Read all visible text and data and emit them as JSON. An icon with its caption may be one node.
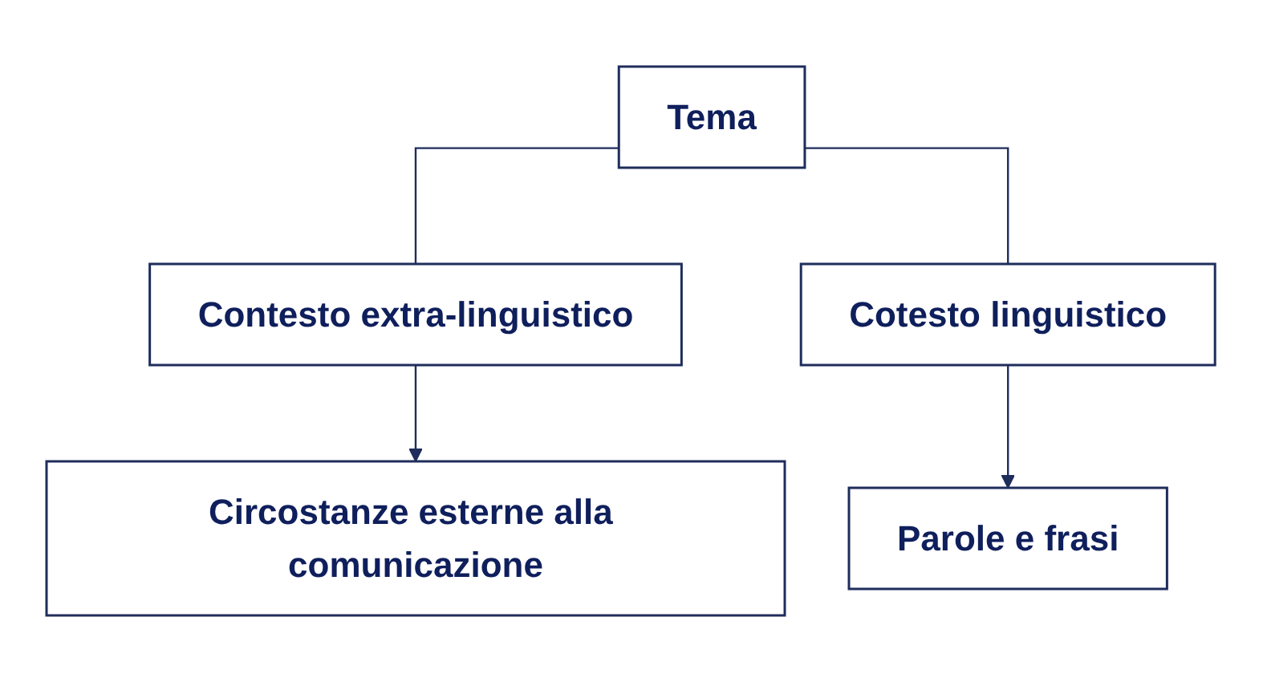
{
  "diagram": {
    "nodes": [
      {
        "text": [
          "Tema"
        ]
      },
      {
        "text": [
          "Contesto extra-linguistico"
        ]
      },
      {
        "text": [
          "Cotesto linguistico"
        ]
      },
      {
        "text": [
          "Circostanze esterne alla comunicazione"
        ]
      },
      {
        "text": [
          "Parole e frasi"
        ]
      }
    ],
    "edges": [
      {
        "from": 0,
        "to": 1,
        "arrow": "none"
      },
      {
        "from": 0,
        "to": 2,
        "arrow": "none"
      },
      {
        "from": 1,
        "to": 3,
        "arrow": "to"
      },
      {
        "from": 2,
        "to": 4,
        "arrow": "to"
      }
    ]
  }
}
